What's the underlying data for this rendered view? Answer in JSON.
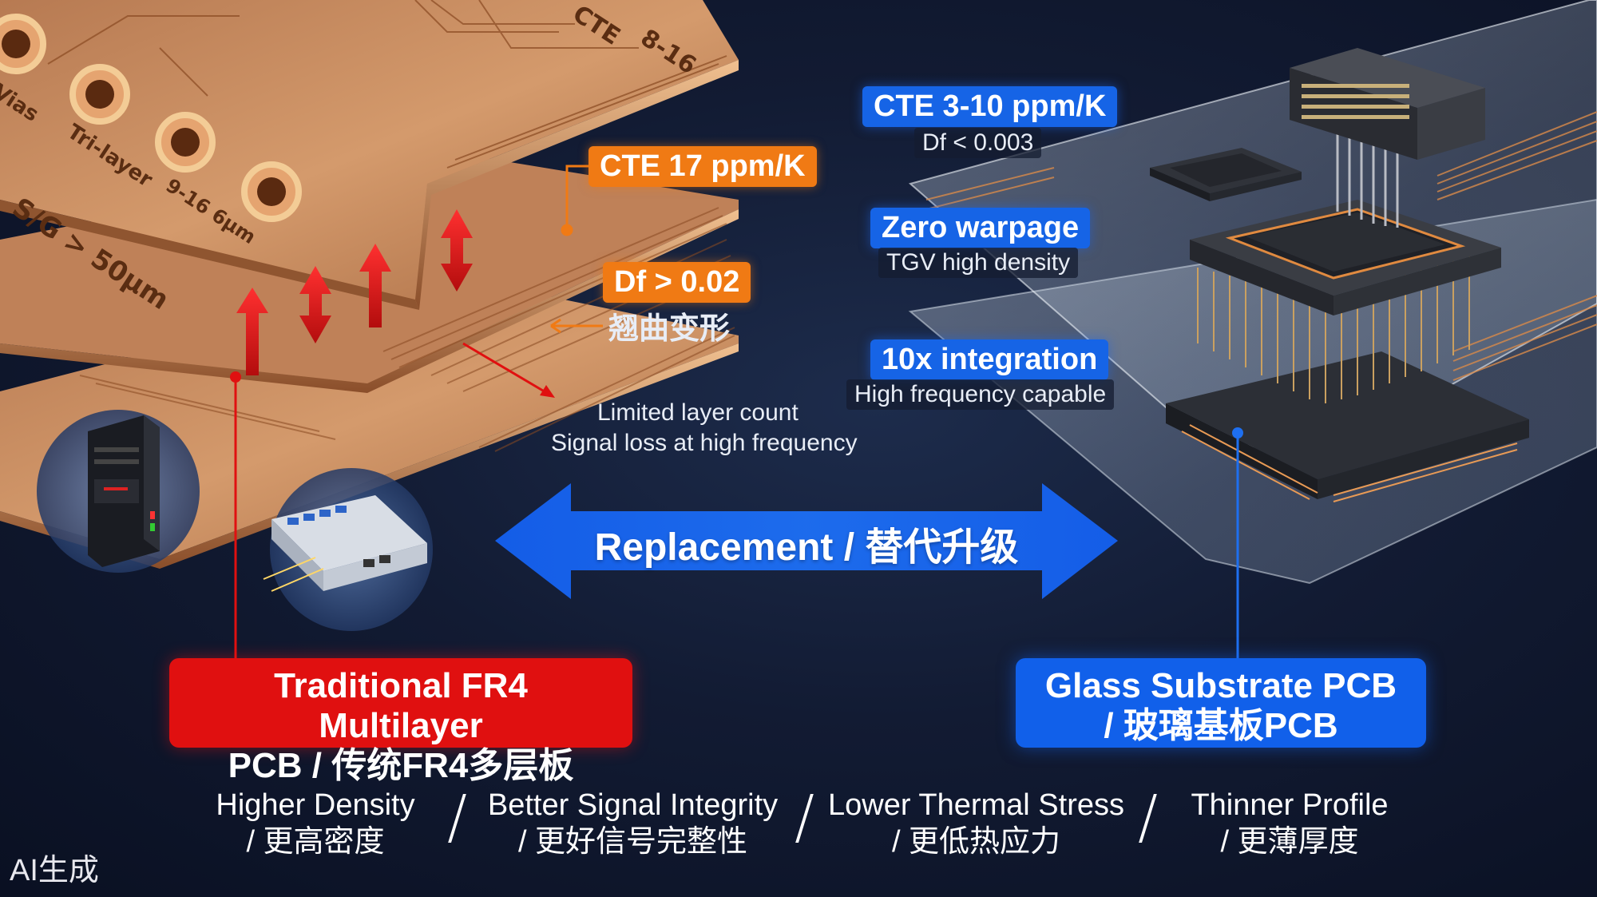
{
  "fr4_board": {
    "labels": [
      "Vias",
      "Tri-layer",
      "9-16 6μm",
      "S/G > 50μm",
      "CTE",
      "8-16"
    ]
  },
  "fr4_callouts": {
    "cte": "CTE 17 ppm/K",
    "df": "Df > 0.02",
    "warp_cn": "翘曲变形",
    "limit_line1": "Limited layer count",
    "limit_line2": "Signal loss at high frequency"
  },
  "glass_callouts": {
    "cte": "CTE 3-10 ppm/K",
    "df": "Df < 0.003",
    "warpage": "Zero warpage",
    "tgv": "TGV high density",
    "integration": "10x integration",
    "hf": "High frequency capable"
  },
  "center_arrow": {
    "label": "Replacement / 替代升级"
  },
  "fr4_label": {
    "line1": "Traditional FR4 Multilayer",
    "line2": "PCB / 传统FR4多层板"
  },
  "glass_label": {
    "line1": "Glass Substrate PCB",
    "line2": "/ 玻璃基板PCB"
  },
  "benefits": [
    {
      "en": "Higher Density",
      "cn": "/ 更高密度"
    },
    {
      "en": "Better Signal Integrity",
      "cn": "/ 更好信号完整性"
    },
    {
      "en": "Lower Thermal Stress",
      "cn": "/ 更低热应力"
    },
    {
      "en": "Thinner Profile",
      "cn": "/ 更薄厚度"
    }
  ],
  "separator": "/",
  "watermark": "AI生成",
  "colors": {
    "background": "#121b33",
    "fr4_accent": "#e01010",
    "glass_accent": "#1160ea",
    "callout_orange": "#f07a14",
    "copper": "#c98a5c"
  },
  "icons": [
    "server-tower-icon",
    "network-switch-icon",
    "bga-chip-icon",
    "connector-module-icon",
    "small-ic-icon"
  ]
}
